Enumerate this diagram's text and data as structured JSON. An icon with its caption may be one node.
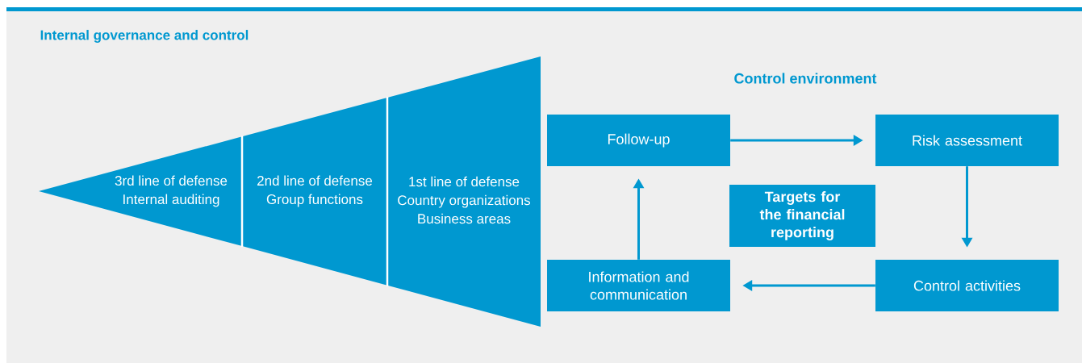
{
  "diagram": {
    "title": "Internal governance and control",
    "nodes": [
      {
        "text": [
          "3rd line of defense",
          "Internal auditing"
        ]
      },
      {
        "text": [
          "2nd line of defense",
          "Group functions"
        ]
      },
      {
        "text": [
          "1st line of defense",
          "Country organizations",
          "Business areas"
        ]
      },
      {
        "text": [
          "Follow-up"
        ]
      },
      {
        "text": [
          "Risk assessment"
        ]
      },
      {
        "text": [
          "Targets for the financial reporting"
        ]
      },
      {
        "text": [
          "Control activities"
        ]
      },
      {
        "text": [
          "Information and communication"
        ]
      }
    ],
    "edges": [
      {
        "from": 3,
        "to": 4,
        "arrow": "to"
      },
      {
        "from": 4,
        "to": 6,
        "arrow": "to"
      },
      {
        "from": 6,
        "to": 7,
        "arrow": "to"
      },
      {
        "from": 7,
        "to": 3,
        "arrow": "to"
      }
    ],
    "labels": [
      "Control environment"
    ]
  }
}
